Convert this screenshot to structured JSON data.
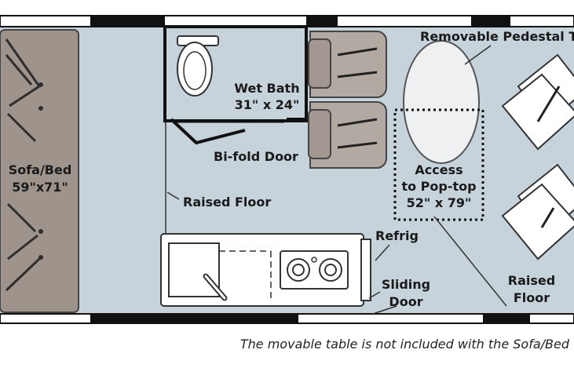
{
  "labels": {
    "table": "Removable Pedestal Table",
    "wet_bath_1": "Wet Bath",
    "wet_bath_2": "31\" x 24\"",
    "bifold": "Bi-fold Door",
    "sofa_1": "Sofa/Bed",
    "sofa_2": "59\"x71\"",
    "raised_floor_left": "Raised Floor",
    "access_1": "Access",
    "access_2": "to Pop-top",
    "access_3": "52\" x 79\"",
    "refrig": "Refrig",
    "sliding_1": "Sliding",
    "sliding_2": "Door",
    "raised_floor_right_1": "Raised",
    "raised_floor_right_2": "Floor"
  },
  "caption": "The movable table is not included with the Sofa/Bed",
  "colors": {
    "floor": "#c7d3db",
    "sofa": "#9e948c",
    "seat": "#b3a9a3",
    "wall": "#111111",
    "white": "#ffffff"
  }
}
